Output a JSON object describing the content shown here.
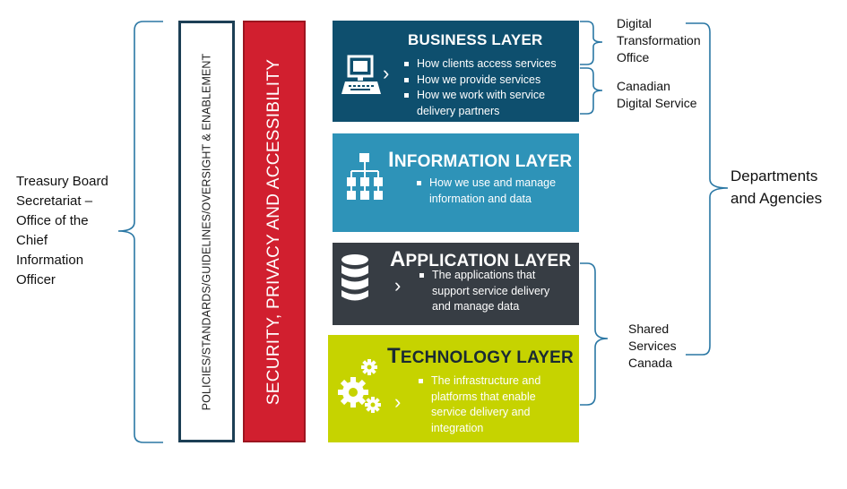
{
  "left_group": {
    "label": "Treasury Board Secretariat – Office of the Chief Information Officer",
    "lines": [
      "Treasury Board",
      "Secretariat –",
      "Office of the",
      "Chief",
      "Information",
      "Officer"
    ]
  },
  "policies_bar": {
    "label": "POLICIES/STANDARDS/GUIDELINES/OVERSIGHT & ENABLEMENT"
  },
  "security_bar": {
    "label": "SECURITY, PRIVACY AND ACCESSIBILITY"
  },
  "layers": [
    {
      "title": "BUSINESS LAYER",
      "icon": "computer-icon",
      "color": "#0e4f6e",
      "bullets": [
        "How clients access services",
        "How we provide services",
        "How we work with service delivery partners"
      ]
    },
    {
      "title_first": "I",
      "title_rest": "NFORMATION LAYER",
      "icon": "hierarchy-icon",
      "color": "#2e93b8",
      "bullets": [
        "How we use and manage information and data"
      ]
    },
    {
      "title_first": "A",
      "title_rest": "PPLICATION LAYER",
      "icon": "database-icon",
      "color": "#373d44",
      "bullets": [
        "The applications that support service delivery and manage data"
      ]
    },
    {
      "title_first": "T",
      "title_rest": "ECHNOLOGY LAYER",
      "icon": "gears-icon",
      "color": "#c6d300",
      "bullets": [
        "The infrastructure and platforms that enable service delivery and integration"
      ]
    }
  ],
  "right_labels": {
    "dto": {
      "lines": [
        "Digital",
        "Transformation",
        "Office"
      ]
    },
    "cds": {
      "lines": [
        "Canadian",
        "Digital Service"
      ]
    },
    "ssc": {
      "lines": [
        "Shared",
        "Services",
        "Canada"
      ]
    },
    "departments": {
      "lines": [
        "Departments",
        "and Agencies"
      ]
    }
  }
}
